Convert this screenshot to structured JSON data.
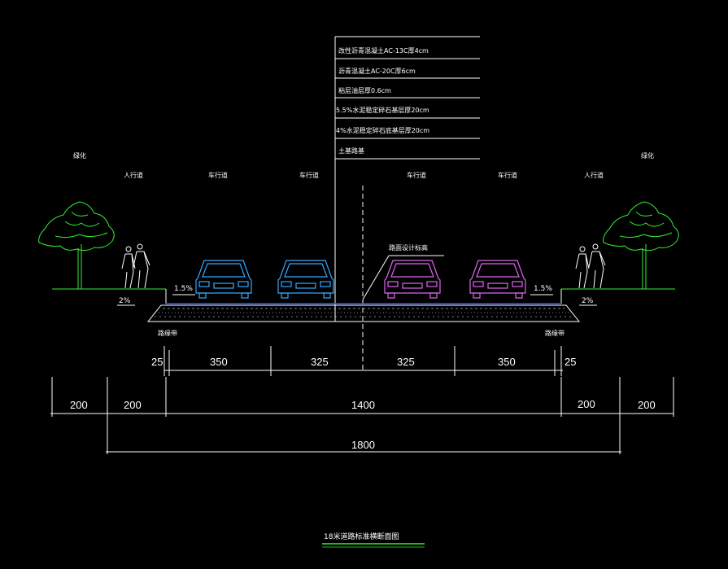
{
  "colors": {
    "background": "#000000",
    "line": "#ffffff",
    "tree": "#33ee33",
    "car_left": "#33aaff",
    "car_right": "#dd66ee",
    "road_line": "#3355ff",
    "title_underline": "#33ee33"
  },
  "pavement_layers": [
    "改性沥青混凝土AC-13C厚4cm",
    "沥青混凝土AC-20C厚6cm",
    "粘层油层厚0.6cm",
    "5.5%水泥稳定碎石基层厚20cm",
    "4%水泥稳定碎石底基层厚20cm",
    "土基路基"
  ],
  "zones": {
    "green_left": "绿化",
    "green_right": "绿化",
    "sidewalk_left": "人行道",
    "sidewalk_right": "人行道",
    "lane_1": "车行道",
    "lane_2": "车行道",
    "lane_3": "车行道",
    "lane_4": "车行道"
  },
  "annotations": {
    "design_line": "路面设计标高",
    "curb_left": "路缘带",
    "curb_right": "路缘带",
    "slope_left_road": "1.5%",
    "slope_right_road": "1.5%",
    "slope_left_walk": "2%",
    "slope_right_walk": "2%"
  },
  "dimensions": {
    "curb_left": "25",
    "lane_1": "350",
    "lane_2": "325",
    "lane_3": "325",
    "lane_4": "350",
    "curb_right": "25",
    "green_left": "200",
    "walk_left": "200",
    "carriageway": "1400",
    "walk_right": "200",
    "green_right": "200",
    "total": "1800"
  },
  "drawing_title": "18米道路标准横断面图"
}
